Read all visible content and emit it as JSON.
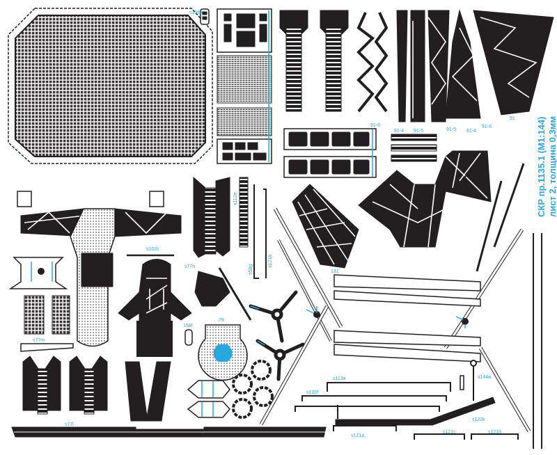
{
  "title": {
    "line1": "СКР пр.1135.1 (М1:144)",
    "line2": "лист 2, толщина 0,3мм"
  },
  "labels": {
    "s158a": "s158a",
    "mast_91_6_a": "91-6",
    "mast_91_4_a": "91-4",
    "mast_91_5_a": "91-5",
    "mast_91_5_b": "91-5",
    "mast_91_4_b": "91-4",
    "mast_91_6_b": "91-6",
    "mast_91": "91",
    "s112e": "s112e",
    "s58g": "s58g",
    "s121b": "s121b",
    "p131": "131",
    "s102c": "s102c",
    "s77n": "s77n",
    "s77m": "s77m",
    "p158f": "158f",
    "p79": "79",
    "s77l": "s77l",
    "s113a": "s113a",
    "s122f": "s122f",
    "s144a": "s144a",
    "s122k": "s122k",
    "s121a": "s121a",
    "s121c": "s121c",
    "s121d": "s121d"
  },
  "colors": {
    "ink": "#231f20",
    "accent": "#29a8e0"
  }
}
